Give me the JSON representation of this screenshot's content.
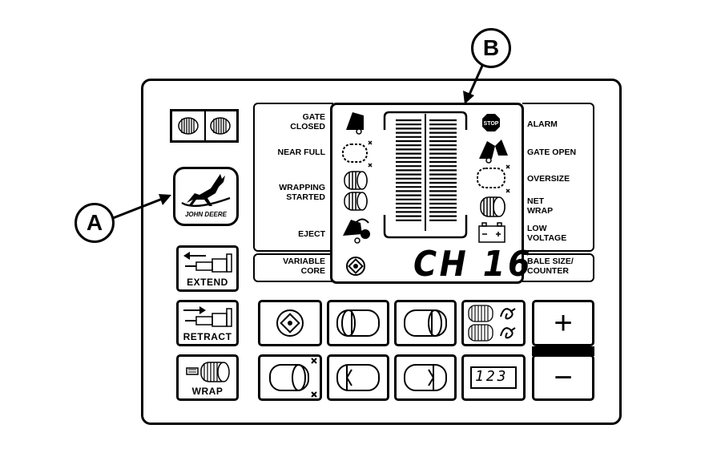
{
  "callouts": {
    "a": "A",
    "b": "B"
  },
  "logo": {
    "text": "JOHN DEERE"
  },
  "left_labels": {
    "gate_closed": "GATE\nCLOSED",
    "near_full": "NEAR FULL",
    "wrapping_started": "WRAPPING\nSTARTED",
    "eject": "EJECT",
    "variable_core": "VARIABLE\nCORE"
  },
  "right_labels": {
    "alarm": "ALARM",
    "gate_open": "GATE OPEN",
    "oversize": "OVERSIZE",
    "net_wrap": "NET\nWRAP",
    "low_voltage": "LOW\nVOLTAGE",
    "bale_size_counter": "BALE SIZE/\nCOUNTER"
  },
  "display": {
    "readout": "CH 16",
    "stop_text": "STOP"
  },
  "buttons": {
    "extend": "EXTEND",
    "retract": "RETRACT",
    "wrap": "WRAP",
    "plus": "+",
    "minus": "−",
    "counter": "123"
  },
  "icons": [
    "bale-pair-icon",
    "john-deere-deer-icon",
    "gate-closed-icon",
    "near-full-bale-icon",
    "wrapping-started-bale-icon",
    "eject-icon",
    "variable-core-icon",
    "stop-alarm-icon",
    "gate-open-icon",
    "oversize-bale-icon",
    "net-wrap-bale-icon",
    "battery-icon",
    "extend-cylinder-icon",
    "retract-cylinder-icon",
    "wrap-icon",
    "bale-left-icon",
    "bale-right-icon",
    "twine-net-icon",
    "bale-diameter-icon",
    "counter-icon"
  ]
}
